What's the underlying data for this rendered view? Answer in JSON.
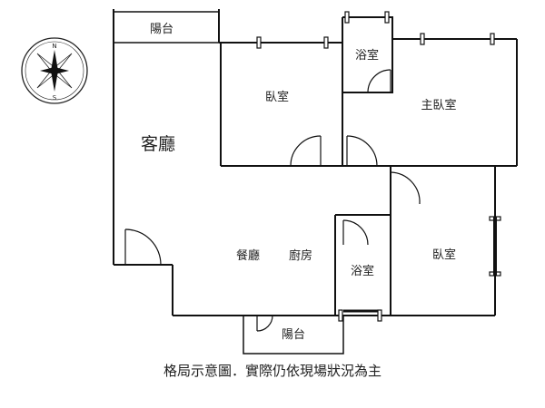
{
  "floorplan": {
    "rooms": {
      "balcony_top": "陽台",
      "living_room": "客廳",
      "bedroom_1": "臥室",
      "bath_1": "浴室",
      "master_bedroom": "主臥室",
      "dining_room": "餐廳",
      "kitchen": "廚房",
      "bath_2": "浴室",
      "bedroom_2": "臥室",
      "balcony_bottom": "陽台"
    },
    "compass": {
      "north": "N",
      "south": "S"
    },
    "caption": "格局示意圖．實際仍依現場狀況為主"
  }
}
